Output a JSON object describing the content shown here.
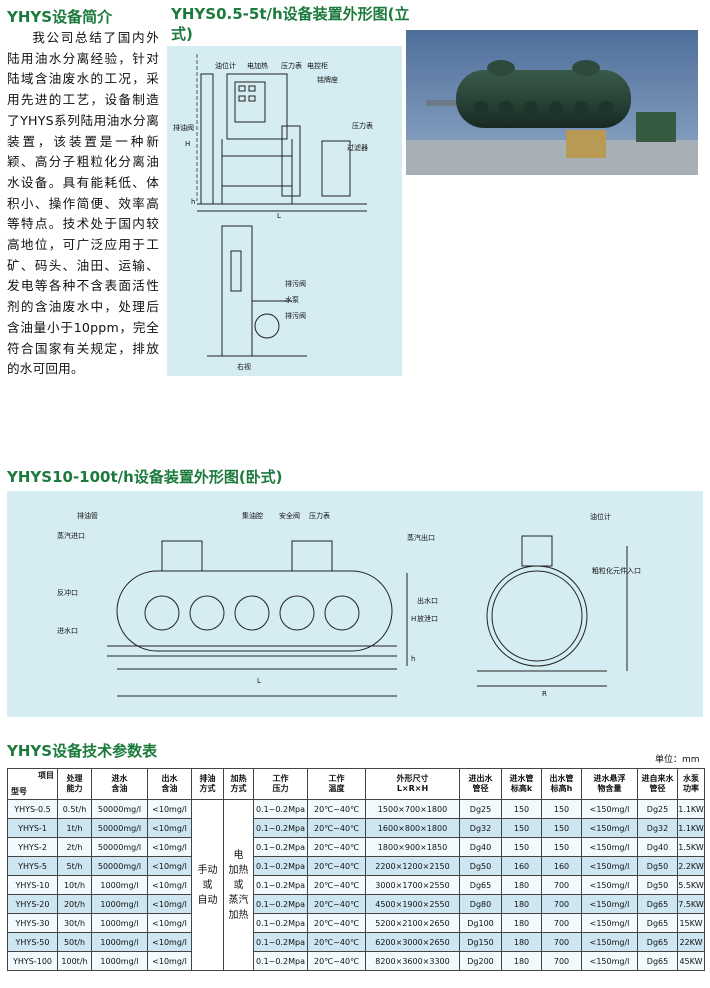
{
  "intro": {
    "title": "YHYS设备简介",
    "body": "我公司总结了国内外陆用油水分离经验，针对陆域含油废水的工况，采用先进的工艺，设备制造了YHYS系列陆用油水分离装置，该装置是一种新颖、高分子粗粒化分离油水设备。具有能耗低、体积小、操作简便、效率高等特点。技术处于国内较高地位，可广泛应用于工矿、码头、油田、运输、发电等各种不含表面活性剂的含油废水中，处理后含油量小于10ppm，完全符合国家有关规定，排放的水可回用。"
  },
  "vertical": {
    "title": "YHYS0.5-5t/h设备装置外形图(立式)",
    "labels": {
      "oil_gauge": "油位计",
      "heater": "电加热",
      "pressure_gauge": "压力表",
      "control_cabinet": "电控柜",
      "nameplate": "铭牌座",
      "oil_drain": "排油阀",
      "pressure_gauge2": "压力表",
      "filter": "过滤器",
      "sewage_valve": "排污阀",
      "pump": "水泵",
      "sewage_valve2": "排污阀",
      "right_view": "右视",
      "H": "H",
      "h": "h",
      "L": "L"
    }
  },
  "horizontal": {
    "title": "YHYS10-100t/h设备装置外形图(卧式)",
    "labels": {
      "oil_pipe": "排油管",
      "steam_in": "蒸汽进口",
      "oil_chamber": "集油腔",
      "safety_valve": "安全阀",
      "pressure_gauge": "压力表",
      "steam_out": "蒸汽出口",
      "oil_gauge": "油位计",
      "backflush": "反冲口",
      "water_in": "进水口",
      "water_out": "出水口",
      "drain": "放泄口",
      "element_in": "粗粒化元件入口",
      "L": "L",
      "H": "H",
      "h": "h",
      "R": "R"
    }
  },
  "table": {
    "title": "YHYS设备技术参数表",
    "unit": "单位：mm",
    "corner_top": "项目",
    "corner_bottom": "型号",
    "headers": [
      "处理\n能力",
      "进水\n含油",
      "出水\n含油",
      "排油\n方式",
      "加热\n方式",
      "工作\n压力",
      "工作\n温度",
      "外形尺寸\nL×R×H",
      "进出水\n管径",
      "进水管\n标高k",
      "出水管\n标高h",
      "进水悬浮\n物含量",
      "进自来水\n管径",
      "水泵\n功率"
    ],
    "discharge_mode": "手动\n或\n自动",
    "heating_mode": "电\n加热\n或\n蒸汽\n加热",
    "rows": [
      [
        "YHYS-0.5",
        "0.5t/h",
        "50000mg/l",
        "<10mg/l",
        "0.1~0.2Mpa",
        "20℃~40℃",
        "1500×700×1800",
        "Dg25",
        "150",
        "150",
        "<150mg/l",
        "Dg25",
        "1.1KW"
      ],
      [
        "YHYS-1",
        "1t/h",
        "50000mg/l",
        "<10mg/l",
        "0.1~0.2Mpa",
        "20℃~40℃",
        "1600×800×1800",
        "Dg32",
        "150",
        "150",
        "<150mg/l",
        "Dg32",
        "1.1KW"
      ],
      [
        "YHYS-2",
        "2t/h",
        "50000mg/l",
        "<10mg/l",
        "0.1~0.2Mpa",
        "20℃~40℃",
        "1800×900×1850",
        "Dg40",
        "150",
        "150",
        "<150mg/l",
        "Dg40",
        "1.5KW"
      ],
      [
        "YHYS-5",
        "5t/h",
        "50000mg/l",
        "<10mg/l",
        "0.1~0.2Mpa",
        "20℃~40℃",
        "2200×1200×2150",
        "Dg50",
        "160",
        "160",
        "<150mg/l",
        "Dg50",
        "2.2KW"
      ],
      [
        "YHYS-10",
        "10t/h",
        "1000mg/l",
        "<10mg/l",
        "0.1~0.2Mpa",
        "20℃~40℃",
        "3000×1700×2550",
        "Dg65",
        "180",
        "700",
        "<150mg/l",
        "Dg50",
        "5.5KW"
      ],
      [
        "YHYS-20",
        "20t/h",
        "1000mg/l",
        "<10mg/l",
        "0.1~0.2Mpa",
        "20℃~40℃",
        "4500×1900×2550",
        "Dg80",
        "180",
        "700",
        "<150mg/l",
        "Dg65",
        "7.5KW"
      ],
      [
        "YHYS-30",
        "30t/h",
        "1000mg/l",
        "<10mg/l",
        "0.1~0.2Mpa",
        "20℃~40℃",
        "5200×2100×2650",
        "Dg100",
        "180",
        "700",
        "<150mg/l",
        "Dg65",
        "15KW"
      ],
      [
        "YHYS-50",
        "50t/h",
        "1000mg/l",
        "<10mg/l",
        "0.1~0.2Mpa",
        "20℃~40℃",
        "6200×3000×2650",
        "Dg150",
        "180",
        "700",
        "<150mg/l",
        "Dg65",
        "22KW"
      ],
      [
        "YHYS-100",
        "100t/h",
        "1000mg/l",
        "<10mg/l",
        "0.1~0.2Mpa",
        "20℃~40℃",
        "8200×3600×3300",
        "Dg200",
        "180",
        "700",
        "<150mg/l",
        "Dg65",
        "45KW"
      ]
    ]
  }
}
